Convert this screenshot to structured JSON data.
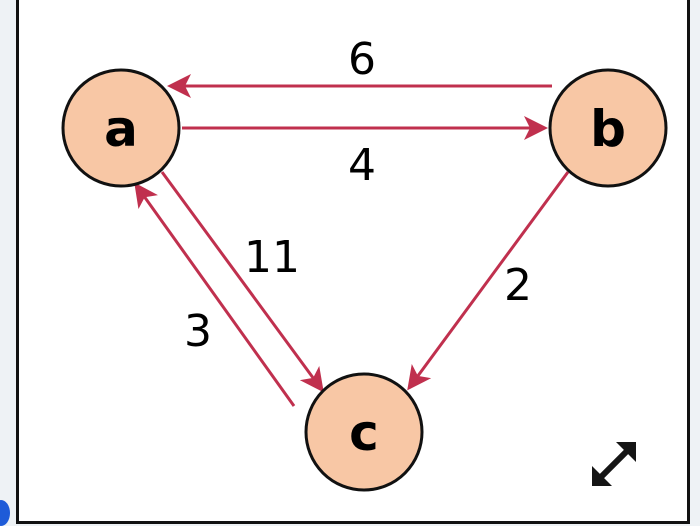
{
  "colors": {
    "node_fill": "#f8c7a5",
    "node_stroke": "#111111",
    "edge": "#c0304e",
    "frame_border": "#111111",
    "expand_icon": "#151515"
  },
  "nodes": [
    {
      "id": "a",
      "label": "a"
    },
    {
      "id": "b",
      "label": "b"
    },
    {
      "id": "c",
      "label": "c"
    }
  ],
  "edges": [
    {
      "from": "b",
      "to": "a",
      "weight": "6"
    },
    {
      "from": "a",
      "to": "b",
      "weight": "4"
    },
    {
      "from": "a",
      "to": "c",
      "weight": "11"
    },
    {
      "from": "c",
      "to": "a",
      "weight": "3"
    },
    {
      "from": "b",
      "to": "c",
      "weight": "2"
    }
  ],
  "controls": {
    "expand_icon": "expand-icon"
  }
}
